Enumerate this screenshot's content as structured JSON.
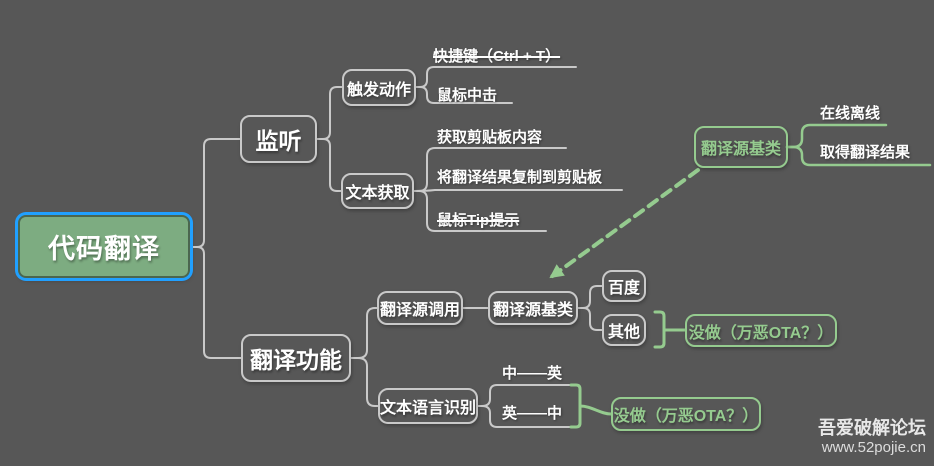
{
  "colors": {
    "background": "#575757",
    "branch_gray": "#c9c9c9",
    "branch_green": "#95cb8f",
    "root_fill": "#7dac81",
    "selection_blue": "#21a0ff",
    "text_white": "#ffffff"
  },
  "root": {
    "label": "代码翻译",
    "selected": true
  },
  "listen": {
    "label": "监听",
    "trigger_action": {
      "label": "触发动作",
      "shortcut_key": "快捷键（Ctrl + T）",
      "shortcut_key_strikethrough": true,
      "mouse_middle_click": "鼠标中击"
    },
    "text_fetch": {
      "label": "文本获取",
      "get_clipboard_content": "获取剪贴板内容",
      "copy_result_to_clipboard": "将翻译结果复制到剪贴板",
      "mouse_tip": "鼠标Tip提示",
      "mouse_tip_strikethrough": true
    }
  },
  "floating_source_base": {
    "label": "翻译源基类",
    "online_offline": "在线离线",
    "get_translation_result": "取得翻译结果"
  },
  "translate_function": {
    "label": "翻译功能",
    "source_call": {
      "label": "翻译源调用",
      "source_base": {
        "label": "翻译源基类",
        "baidu": "百度",
        "other": "其他",
        "summary": "没做（万恶OTA？）"
      }
    },
    "language_detect": {
      "label": "文本语言识别",
      "zh_to_en": "中——英",
      "en_to_zh": "英——中",
      "summary": "没做（万恶OTA？）"
    }
  },
  "watermark": {
    "site_name": "吾爱破解论坛",
    "site_url": "www.52pojie.cn"
  }
}
